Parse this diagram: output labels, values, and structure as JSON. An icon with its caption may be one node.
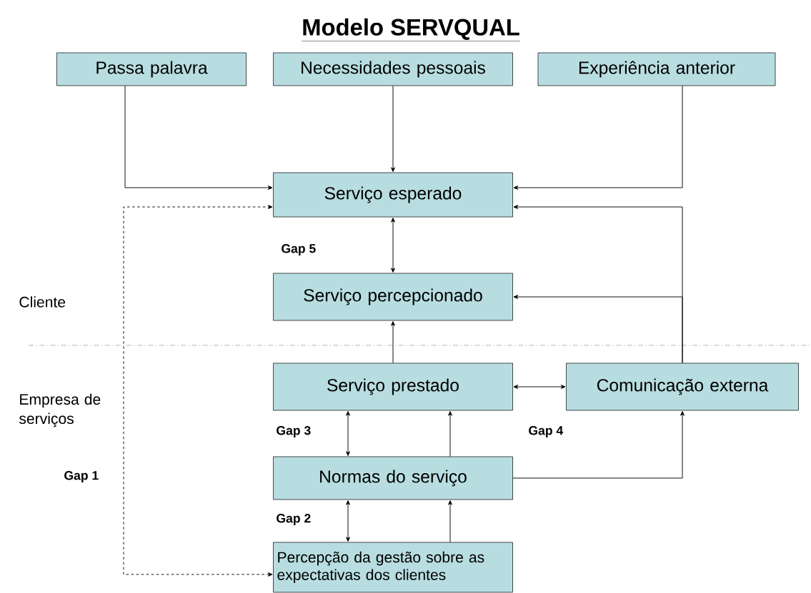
{
  "diagram": {
    "title": "Modelo SERVQUAL",
    "nodes": [
      {
        "text": [
          "Passa palavra"
        ]
      },
      {
        "text": [
          "Necessidades pessoais"
        ]
      },
      {
        "text": [
          "Experiência anterior"
        ]
      },
      {
        "text": [
          "Serviço esperado"
        ]
      },
      {
        "text": [
          "Serviço percepcionado"
        ]
      },
      {
        "text": [
          "Serviço prestado"
        ]
      },
      {
        "text": [
          "Comunicação externa"
        ]
      },
      {
        "text": [
          "Normas do serviço"
        ]
      },
      {
        "text": [
          "Percepção da gestão sobre as expectativas dos clientes"
        ]
      }
    ],
    "edges": [
      {
        "from": 0,
        "to": 3,
        "arrow": "to"
      },
      {
        "from": 1,
        "to": 3,
        "arrow": "to"
      },
      {
        "from": 2,
        "to": 3,
        "arrow": "to"
      },
      {
        "from": 6,
        "to": 3,
        "arrow": "to"
      },
      {
        "from": 6,
        "to": 4,
        "arrow": "to"
      },
      {
        "from": 3,
        "to": 4,
        "arrow": "both"
      },
      {
        "from": 5,
        "to": 4,
        "arrow": "to"
      },
      {
        "from": 5,
        "to": 6,
        "arrow": "both"
      },
      {
        "from": 7,
        "to": 5,
        "arrow": "both"
      },
      {
        "from": 7,
        "to": 5,
        "arrow": "to"
      },
      {
        "from": 7,
        "to": 6,
        "arrow": "to"
      },
      {
        "from": 8,
        "to": 7,
        "arrow": "both"
      },
      {
        "from": 8,
        "to": 7,
        "arrow": "to"
      },
      {
        "from": 8,
        "to": 3,
        "arrow": "both",
        "style": "dashed"
      }
    ],
    "labels": [
      "Gap 5",
      "Cliente",
      "Empresa de serviços",
      "Gap 3",
      "Gap 4",
      "Gap 1",
      "Gap 2"
    ]
  }
}
